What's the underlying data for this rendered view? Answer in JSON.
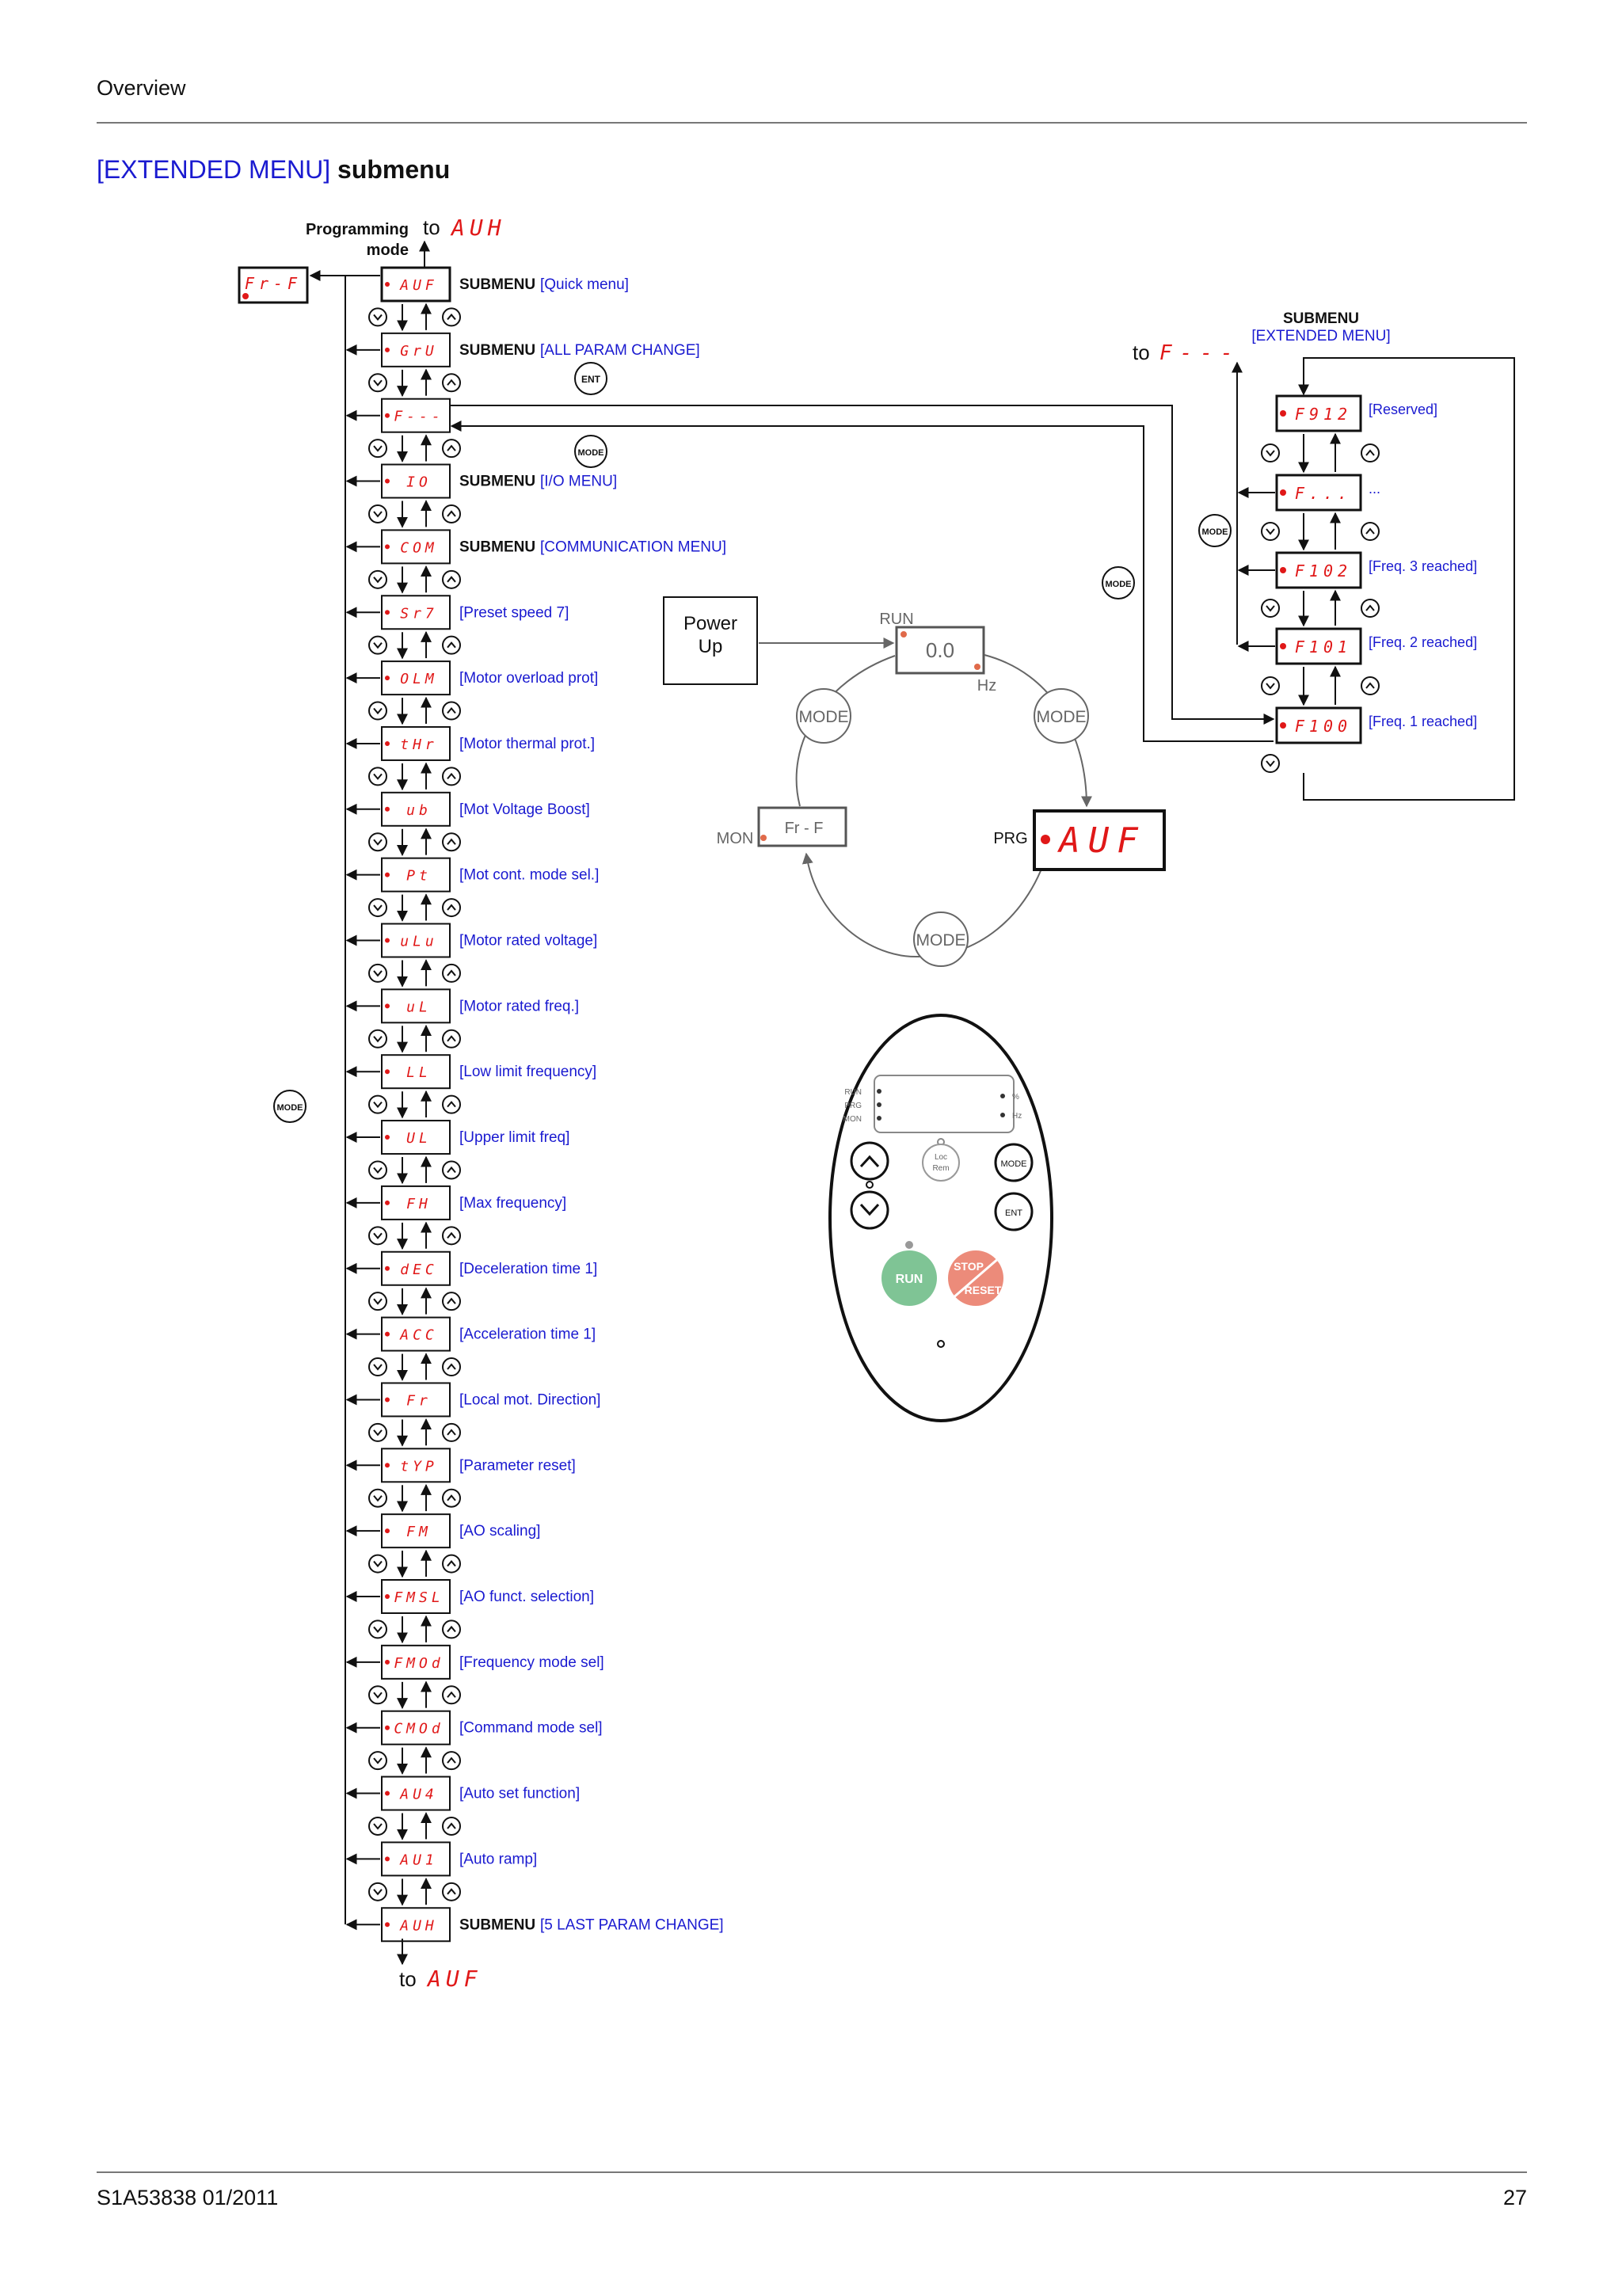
{
  "header": {
    "section": "Overview"
  },
  "title": {
    "bracket": "[EXTENDED MENU]",
    "suffix": "submenu"
  },
  "footer": {
    "doc_ref": "S1A53838 01/2011",
    "page_number": "27"
  },
  "programming_mode_label_1": "Programming",
  "programming_mode_label_2": "mode",
  "to_top": {
    "to": "to",
    "code": "AUH"
  },
  "to_bottom": {
    "to": "to",
    "code": "AUF"
  },
  "left_box_code": "Fr-F",
  "submenu_word": "SUBMENU",
  "menu_items": [
    {
      "code": "AUF",
      "submenu": true,
      "label": "[Quick menu]"
    },
    {
      "code": "GrU",
      "submenu": true,
      "label": "[ALL PARAM CHANGE]"
    },
    {
      "code": "F---",
      "submenu": false,
      "label": ""
    },
    {
      "code": "IO",
      "submenu": true,
      "label": "[I/O MENU]"
    },
    {
      "code": "COM",
      "submenu": true,
      "label": "[COMMUNICATION MENU]"
    },
    {
      "code": "Sr7",
      "submenu": false,
      "label": "[Preset speed 7]"
    },
    {
      "code": "OLM",
      "submenu": false,
      "label": "[Motor overload prot]"
    },
    {
      "code": "tHr",
      "submenu": false,
      "label": "[Motor thermal prot.]"
    },
    {
      "code": "ub",
      "submenu": false,
      "label": "[Mot Voltage Boost]"
    },
    {
      "code": "Pt",
      "submenu": false,
      "label": "[Mot cont. mode sel.]"
    },
    {
      "code": "uLu",
      "submenu": false,
      "label": "[Motor rated voltage]"
    },
    {
      "code": "uL",
      "submenu": false,
      "label": "[Motor rated freq.]"
    },
    {
      "code": "LL",
      "submenu": false,
      "label": "[Low limit frequency]"
    },
    {
      "code": "UL",
      "submenu": false,
      "label": "[Upper limit freq]"
    },
    {
      "code": "FH",
      "submenu": false,
      "label": "[Max frequency]"
    },
    {
      "code": "dEC",
      "submenu": false,
      "label": "[Deceleration time 1]"
    },
    {
      "code": "ACC",
      "submenu": false,
      "label": "[Acceleration time 1]"
    },
    {
      "code": "Fr",
      "submenu": false,
      "label": "[Local mot. Direction]"
    },
    {
      "code": "tYP",
      "submenu": false,
      "label": "[Parameter reset]"
    },
    {
      "code": "FM",
      "submenu": false,
      "label": "[AO scaling]"
    },
    {
      "code": "FMSL",
      "submenu": false,
      "label": "[AO funct. selection]"
    },
    {
      "code": "FMOd",
      "submenu": false,
      "label": "[Frequency mode sel]"
    },
    {
      "code": "CMOd",
      "submenu": false,
      "label": "[Command mode sel]"
    },
    {
      "code": "AU4",
      "submenu": false,
      "label": "[Auto set function]"
    },
    {
      "code": "AU1",
      "submenu": false,
      "label": "[Auto ramp]"
    },
    {
      "code": "AUH",
      "submenu": true,
      "label": "[5 LAST PARAM CHANGE]"
    }
  ],
  "buttons": {
    "ent": "ENT",
    "mode": "MODE"
  },
  "right_panel": {
    "heading": "SUBMENU",
    "subheading": "[EXTENDED MENU]",
    "to": "to",
    "to_code": "F---",
    "items": [
      {
        "code": "F912",
        "label": "[Reserved]"
      },
      {
        "code": "F...",
        "label": "..."
      },
      {
        "code": "F102",
        "label": "[Freq. 3 reached]"
      },
      {
        "code": "F101",
        "label": "[Freq. 2 reached]"
      },
      {
        "code": "F100",
        "label": "[Freq. 1 reached]"
      }
    ]
  },
  "cycle": {
    "power_up_1": "Power",
    "power_up_2": "Up",
    "run_label": "RUN",
    "run_value": "0.0",
    "hz_label": "Hz",
    "mon_label": "MON",
    "mon_value": "Fr - F",
    "prg_label": "PRG",
    "prg_value": "AUF",
    "mode_label": "MODE"
  },
  "keypad": {
    "run_ind": "RUN",
    "prg_ind": "PRG",
    "mon_ind": "MON",
    "pct": "%",
    "hz": "Hz",
    "loc1": "Loc",
    "loc2": "Rem",
    "mode": "MODE",
    "ent": "ENT",
    "run": "RUN",
    "stop": "STOP",
    "reset": "RESET"
  }
}
